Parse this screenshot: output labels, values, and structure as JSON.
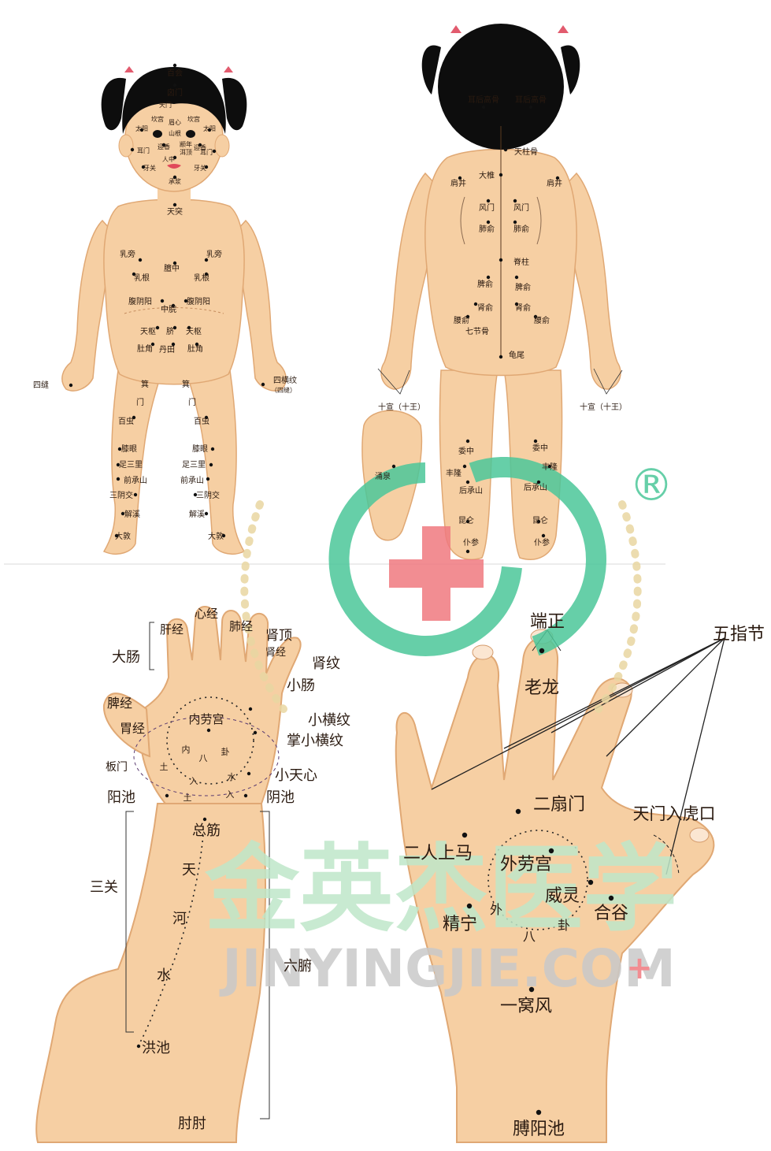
{
  "colors": {
    "skin": "#f6cfa3",
    "skin_shade": "#e9b07c",
    "hair": "#0d0d0d",
    "point": "#111111",
    "label": "#2a1a10",
    "logo_green": "#4cc79a",
    "logo_red": "#f07a80",
    "wheat": "#e9d7a2",
    "watermark_green": "#bfe7c9",
    "watermark_gray": "#c9c9c9"
  },
  "front_view": {
    "points": [
      {
        "id": "baihui",
        "label": "百会"
      },
      {
        "id": "xinmen",
        "label": "囟门"
      },
      {
        "id": "tianmen",
        "label": "天门"
      },
      {
        "id": "kangong_l",
        "label": "坎宫"
      },
      {
        "id": "meixin",
        "label": "眉心"
      },
      {
        "id": "kangong_r",
        "label": "坎宫"
      },
      {
        "id": "taiyang_l",
        "label": "太阳"
      },
      {
        "id": "shangen",
        "label": "山根"
      },
      {
        "id": "taiyang_r",
        "label": "太阳"
      },
      {
        "id": "yingxiang_l",
        "label": "迎香"
      },
      {
        "id": "zhunnian",
        "label": "颛年"
      },
      {
        "id": "yingxiang_r",
        "label": "迎香"
      },
      {
        "id": "erding",
        "label": "洱顶"
      },
      {
        "id": "ermen_l",
        "label": "耳门"
      },
      {
        "id": "ermen_r",
        "label": "耳门"
      },
      {
        "id": "renzhong",
        "label": "人中"
      },
      {
        "id": "yaguan_l",
        "label": "牙关"
      },
      {
        "id": "yaguan_r",
        "label": "牙关"
      },
      {
        "id": "chengjiang",
        "label": "承浆"
      },
      {
        "id": "tiantu",
        "label": "天突"
      },
      {
        "id": "rupang_l",
        "label": "乳旁"
      },
      {
        "id": "rupang_r",
        "label": "乳旁"
      },
      {
        "id": "danzhong",
        "label": "膻中"
      },
      {
        "id": "rugen_l",
        "label": "乳根"
      },
      {
        "id": "rugen_r",
        "label": "乳根"
      },
      {
        "id": "fuyinyang_l",
        "label": "腹阴阳"
      },
      {
        "id": "fuyinyang_r",
        "label": "腹阴阳"
      },
      {
        "id": "zhongwan",
        "label": "中脘"
      },
      {
        "id": "tianshu_l",
        "label": "天枢"
      },
      {
        "id": "qi",
        "label": "脐"
      },
      {
        "id": "tianshu_r",
        "label": "天枢"
      },
      {
        "id": "dujiao_l",
        "label": "肚角"
      },
      {
        "id": "dantian",
        "label": "丹田"
      },
      {
        "id": "dujiao_r",
        "label": "肚角"
      },
      {
        "id": "simen_l",
        "label": "箕"
      },
      {
        "id": "simen_r",
        "label": "箕"
      },
      {
        "id": "men_l",
        "label": "门"
      },
      {
        "id": "men_r",
        "label": "门"
      },
      {
        "id": "baichong_l",
        "label": "百虫"
      },
      {
        "id": "baichong_r",
        "label": "百虫"
      },
      {
        "id": "xiyan_l",
        "label": "膝眼"
      },
      {
        "id": "xiyan_r",
        "label": "膝眼"
      },
      {
        "id": "zusanli_l",
        "label": "足三里"
      },
      {
        "id": "zusanli_r",
        "label": "足三里"
      },
      {
        "id": "qianchengshan_l",
        "label": "前承山"
      },
      {
        "id": "qianchengshan_r",
        "label": "前承山"
      },
      {
        "id": "sanyinjiao_l",
        "label": "三阴交"
      },
      {
        "id": "sanyinjiao_r",
        "label": "三阴交"
      },
      {
        "id": "jiexi_l",
        "label": "解溪"
      },
      {
        "id": "jiexi_r",
        "label": "解溪"
      },
      {
        "id": "dadun_l",
        "label": "大敦"
      },
      {
        "id": "dadun_r",
        "label": "大敦"
      },
      {
        "id": "sifeng",
        "label": "四缝"
      },
      {
        "id": "sihengwen",
        "label": "四横纹"
      },
      {
        "id": "sihengwen_note",
        "label": "（四缝）"
      }
    ]
  },
  "back_view": {
    "points": [
      {
        "id": "erhougaogu_l",
        "label": "耳后高骨"
      },
      {
        "id": "erhougaogu_r",
        "label": "耳后高骨"
      },
      {
        "id": "tianzhugu",
        "label": "天柱骨"
      },
      {
        "id": "dazhui",
        "label": "大椎"
      },
      {
        "id": "jianjing_l",
        "label": "肩井"
      },
      {
        "id": "jianjing_r",
        "label": "肩井"
      },
      {
        "id": "fengmen_l",
        "label": "风门"
      },
      {
        "id": "fengmen_r",
        "label": "风门"
      },
      {
        "id": "feishu_l",
        "label": "肺俞"
      },
      {
        "id": "feishu_r",
        "label": "肺俞"
      },
      {
        "id": "jizhu",
        "label": "脊柱"
      },
      {
        "id": "pishu_l",
        "label": "脾俞"
      },
      {
        "id": "pishu_r",
        "label": "脾俞"
      },
      {
        "id": "shenshu_l",
        "label": "肾俞"
      },
      {
        "id": "shenshu_r",
        "label": "肾俞"
      },
      {
        "id": "yaoshu_l",
        "label": "腰俞"
      },
      {
        "id": "yaoshu_r",
        "label": "腰俞"
      },
      {
        "id": "qijiegu",
        "label": "七节骨"
      },
      {
        "id": "guiwei",
        "label": "龟尾"
      },
      {
        "id": "shixuan_l",
        "label": "十宣（十王）"
      },
      {
        "id": "shixuan_r",
        "label": "十宣（十王）"
      },
      {
        "id": "yongquan",
        "label": "涌泉"
      },
      {
        "id": "weizhong_l",
        "label": "委中"
      },
      {
        "id": "weizhong_r",
        "label": "委中"
      },
      {
        "id": "fenglong_l",
        "label": "丰隆"
      },
      {
        "id": "fenglong_r",
        "label": "丰隆"
      },
      {
        "id": "houchengshan_l",
        "label": "后承山"
      },
      {
        "id": "houchengshan_r",
        "label": "后承山"
      },
      {
        "id": "kunlun_l",
        "label": "昆仑"
      },
      {
        "id": "kunlun_r",
        "label": "昆仑"
      },
      {
        "id": "pucan_l",
        "label": "仆参"
      },
      {
        "id": "pucan_r",
        "label": "仆参"
      }
    ]
  },
  "palm_view": {
    "points": [
      {
        "id": "xinjing",
        "label": "心经"
      },
      {
        "id": "ganjing",
        "label": "肝经"
      },
      {
        "id": "feijing",
        "label": "肺经"
      },
      {
        "id": "shending",
        "label": "肾顶"
      },
      {
        "id": "shenjing",
        "label": "肾经"
      },
      {
        "id": "dachang",
        "label": "大肠"
      },
      {
        "id": "shenwen",
        "label": "肾纹"
      },
      {
        "id": "xiaochang",
        "label": "小肠"
      },
      {
        "id": "pijing",
        "label": "脾经"
      },
      {
        "id": "weijing",
        "label": "胃经"
      },
      {
        "id": "neilaogong",
        "label": "内劳宫"
      },
      {
        "id": "xiaohengwen",
        "label": "小横纹"
      },
      {
        "id": "zhangxiaohengwen",
        "label": "掌小横纹"
      },
      {
        "id": "banmen",
        "label": "板门"
      },
      {
        "id": "xiaotianxin",
        "label": "小天心"
      },
      {
        "id": "yangchi",
        "label": "阳池"
      },
      {
        "id": "yinchi",
        "label": "阴池"
      },
      {
        "id": "zongjin",
        "label": "总筋"
      },
      {
        "id": "tian",
        "label": "天"
      },
      {
        "id": "he",
        "label": "河"
      },
      {
        "id": "shui",
        "label": "水"
      },
      {
        "id": "sanguan",
        "label": "三关"
      },
      {
        "id": "liufu",
        "label": "六腑"
      },
      {
        "id": "hongchi",
        "label": "洪池"
      },
      {
        "id": "zhouzhou",
        "label": "肘肘"
      },
      {
        "id": "bagua_nei",
        "label": "内"
      },
      {
        "id": "bagua_ba",
        "label": "八"
      },
      {
        "id": "bagua_gua",
        "label": "卦"
      },
      {
        "id": "ring_tu",
        "label": "土"
      },
      {
        "id": "ring_ru",
        "label": "入"
      },
      {
        "id": "ring_shui",
        "label": "水"
      },
      {
        "id": "ring_tu2",
        "label": "土"
      },
      {
        "id": "ring_ru2",
        "label": "入"
      }
    ]
  },
  "dorsum_view": {
    "points": [
      {
        "id": "duanzheng",
        "label": "端正"
      },
      {
        "id": "wuzhijie",
        "label": "五指节"
      },
      {
        "id": "laolong",
        "label": "老龙"
      },
      {
        "id": "ershanmen",
        "label": "二扇门"
      },
      {
        "id": "tianmenruhukou",
        "label": "天门入虎口"
      },
      {
        "id": "errenshangma",
        "label": "二人上马"
      },
      {
        "id": "wailaogong",
        "label": "外劳宫"
      },
      {
        "id": "weiling",
        "label": "威灵"
      },
      {
        "id": "hegu",
        "label": "合谷"
      },
      {
        "id": "jingning",
        "label": "精宁"
      },
      {
        "id": "ring_wai",
        "label": "外"
      },
      {
        "id": "ring_ba",
        "label": "八"
      },
      {
        "id": "ring_gua",
        "label": "卦"
      },
      {
        "id": "yiwofeng",
        "label": "一窝风"
      },
      {
        "id": "boyangchi",
        "label": "膊阳池"
      }
    ]
  },
  "watermark": {
    "name_cn": "金英杰医学",
    "url": "JINYINGJIE.COM",
    "registered": "®"
  }
}
